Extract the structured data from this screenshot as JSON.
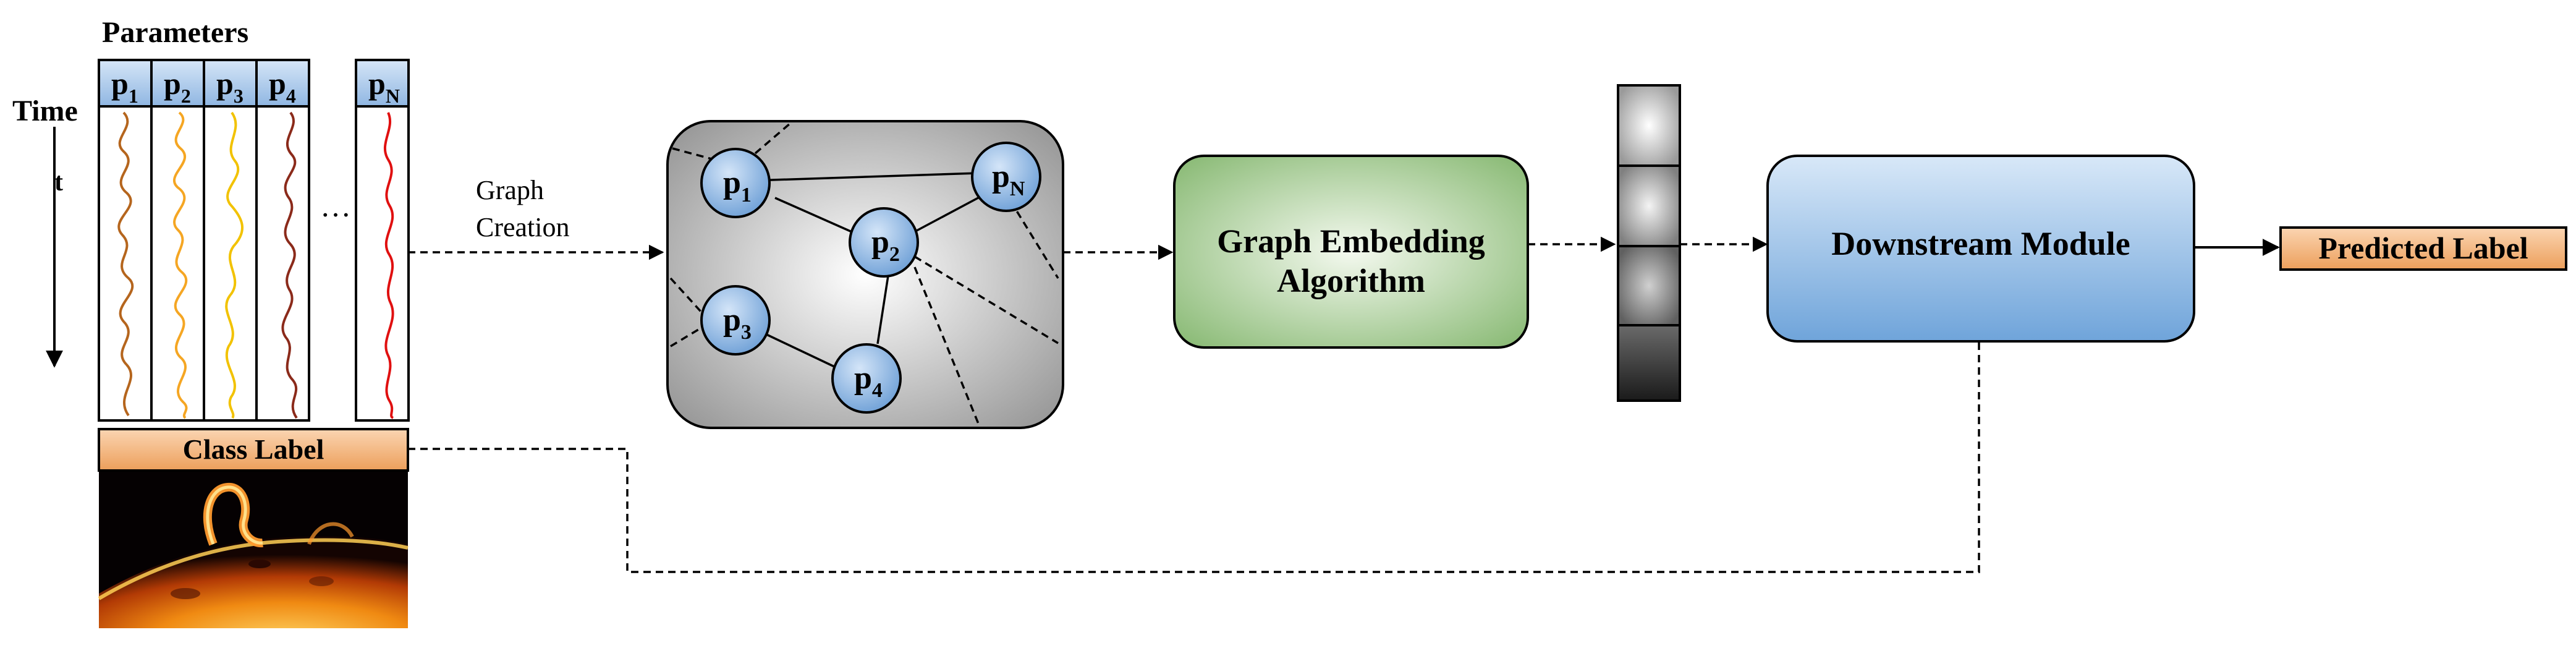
{
  "parameters": {
    "title": "Parameters",
    "columns": [
      {
        "base": "p",
        "sub": "1",
        "color": "#b5651d"
      },
      {
        "base": "p",
        "sub": "2",
        "color": "#f5a623"
      },
      {
        "base": "p",
        "sub": "3",
        "color": "#f2c200"
      },
      {
        "base": "p",
        "sub": "4",
        "color": "#8b2a1a"
      },
      {
        "base": "p",
        "sub": "N",
        "color": "#e01010"
      }
    ],
    "ellipsis": "…"
  },
  "time_axis": {
    "label": "Time",
    "sub_label": "t"
  },
  "class_label": "Class Label",
  "graph_creation": {
    "line1": "Graph",
    "line2": "Creation"
  },
  "graph_nodes": [
    {
      "base": "p",
      "sub": "1"
    },
    {
      "base": "p",
      "sub": "N"
    },
    {
      "base": "p",
      "sub": "2"
    },
    {
      "base": "p",
      "sub": "3"
    },
    {
      "base": "p",
      "sub": "4"
    }
  ],
  "embedding_box": {
    "line1": "Graph Embedding",
    "line2": "Algorithm"
  },
  "downstream_box": "Downstream Module",
  "predicted_label": "Predicted Label",
  "colors": {
    "param_header": "#a9c8ea",
    "class_label": "#f0a868",
    "node_fill": "#8fb8e6",
    "embedding_fill": "#9cc58a",
    "downstream_fill": "#93bde8",
    "predicted_fill": "#f0a868"
  }
}
